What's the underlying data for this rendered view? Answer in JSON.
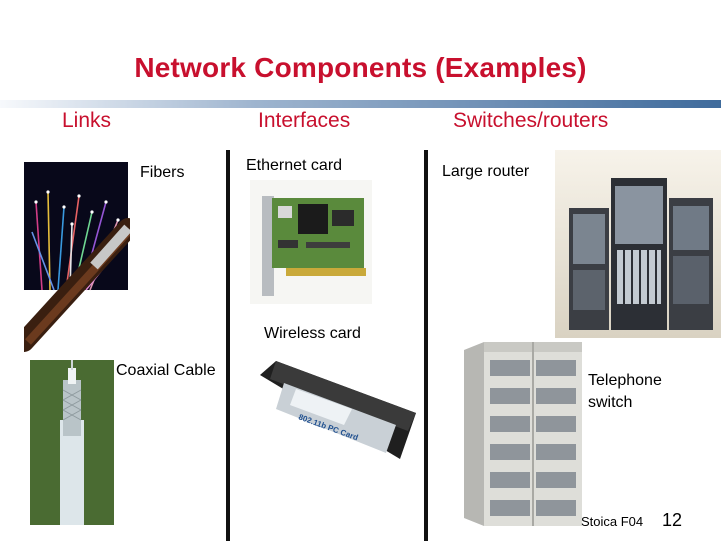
{
  "slide": {
    "title": "Network Components (Examples)",
    "columns": {
      "links": "Links",
      "interfaces": "Interfaces",
      "switches": "Switches/routers"
    },
    "labels": {
      "fibers": "Fibers",
      "coaxial": "Coaxial Cable",
      "ethernet": "Ethernet card",
      "wireless": "Wireless card",
      "router": "Large router",
      "telephone": "Telephone switch"
    },
    "pcmcia_text": "802.11b PC Card",
    "footer": "Stoica F04",
    "page_number": "12"
  },
  "colors": {
    "title": "#c8102e",
    "rule_end": "#3f6b9c"
  }
}
